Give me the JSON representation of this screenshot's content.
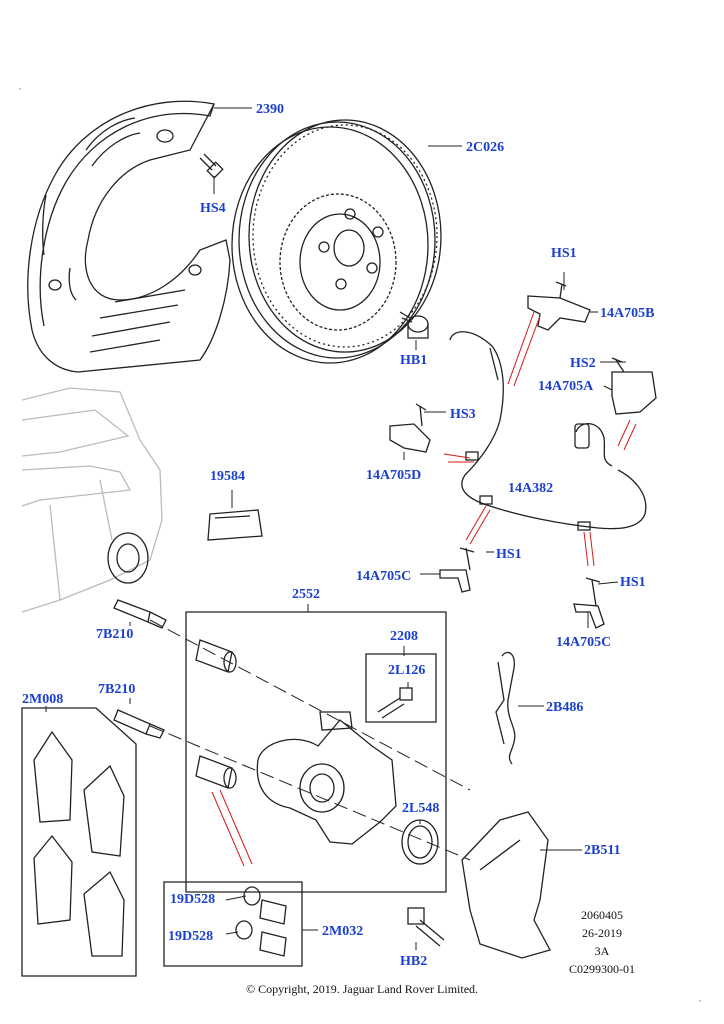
{
  "diagram": {
    "labels": {
      "p2390": "2390",
      "p2C026": "2C026",
      "pHS4": "HS4",
      "pHB1": "HB1",
      "pHS1_top": "HS1",
      "p14A705B": "14A705B",
      "pHS2": "HS2",
      "p14A705A": "14A705A",
      "pHS3": "HS3",
      "p14A705D": "14A705D",
      "p19584": "19584",
      "p14A382": "14A382",
      "pHS1_mid": "HS1",
      "p14A705C_left": "14A705C",
      "pHS1_right": "HS1",
      "p14A705C_right": "14A705C",
      "p2552": "2552",
      "p7B210_top": "7B210",
      "p2208": "2208",
      "p2L126": "2L126",
      "p7B210_bot": "7B210",
      "p2M008": "2M008",
      "p2B486": "2B486",
      "p2L548": "2L548",
      "p2B511": "2B511",
      "p19D528_a": "19D528",
      "p19D528_b": "19D528",
      "p2M032": "2M032",
      "pHB2": "HB2"
    },
    "colors": {
      "label": "#1a3fd1",
      "line": "#222222",
      "callout": "#d11919"
    },
    "meta": {
      "code": "2060405",
      "date": "26-2019",
      "rev": "3A",
      "ref": "C0299300-01"
    },
    "copyright": "© Copyright, 2019. Jaguar Land Rover Limited."
  }
}
